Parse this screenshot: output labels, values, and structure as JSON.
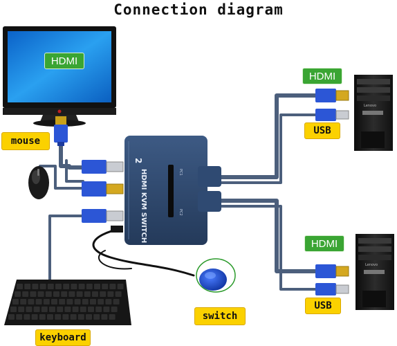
{
  "title": "Connection diagram",
  "labels": {
    "monitor_port": "HDMI",
    "pc1_hdmi": "HDMI",
    "pc1_usb": "USB",
    "pc2_hdmi": "HDMI",
    "pc2_usb": "USB",
    "mouse": "mouse",
    "keyboard": "keyboard",
    "switch": "switch"
  },
  "device": {
    "brand_number": "2",
    "model_text": "HDMI KVM SWITCH",
    "port1": "PC1",
    "port2": "PC2"
  },
  "pc_brand": "Lenovo",
  "colors": {
    "label_green": "#3aa533",
    "label_yellow": "#fbd100",
    "device_body": "#2d4466",
    "cable_gray": "#4c5f7c",
    "connector_blue": "#2c56d6",
    "screen_blue": "#1e90e8"
  }
}
